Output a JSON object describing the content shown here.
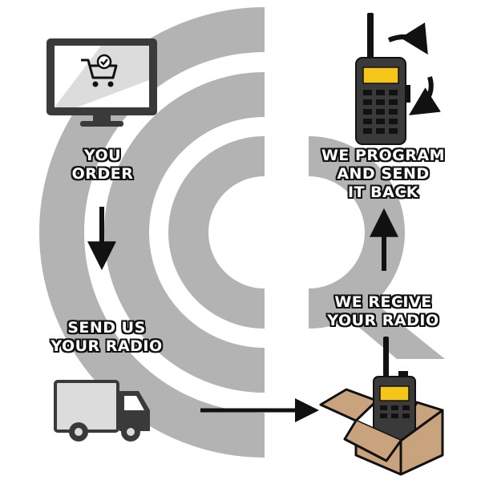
{
  "steps": {
    "order": {
      "line1": "YOU",
      "line2": "ORDER",
      "icon": "computer-cart-icon"
    },
    "send": {
      "line1": "SEND US",
      "line2": "YOUR RADIO",
      "icon": "delivery-truck-icon"
    },
    "receive": {
      "line1": "WE RECIVE",
      "line2": "YOUR RADIO",
      "icon": "radio-in-box-icon"
    },
    "program": {
      "line1": "WE PROGRAM",
      "line2": "AND SEND",
      "line3": "IT BACK",
      "icon": "radio-program-icon"
    }
  },
  "colors": {
    "background": "#ffffff",
    "logo": "#b3b3b3",
    "icon_dark": "#3a3a3a",
    "icon_light": "#dcdcdc",
    "box": "#c9a27e",
    "radio_display": "#f5c518",
    "text_fill": "#ffffff",
    "text_outline": "#111111"
  }
}
